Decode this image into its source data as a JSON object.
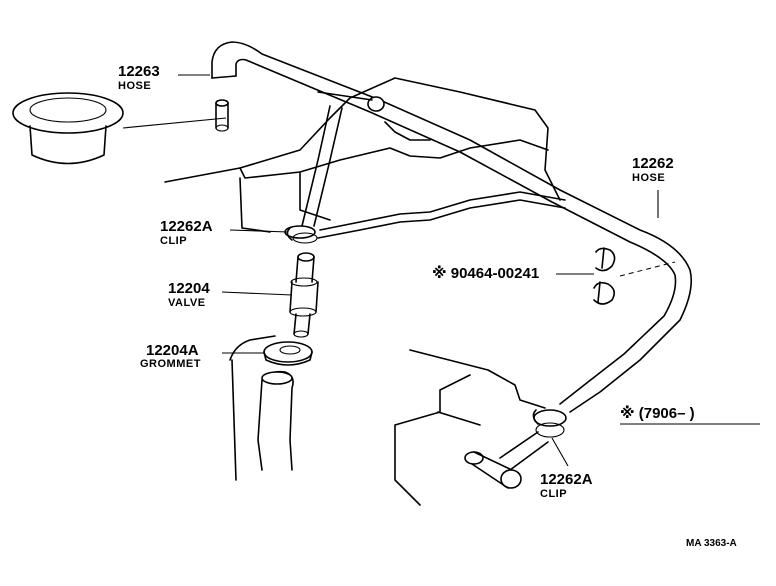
{
  "labels": {
    "hose_12263": {
      "number": "12263",
      "name": "HOSE"
    },
    "hose_12262": {
      "number": "12262",
      "name": "HOSE"
    },
    "clip_upper": {
      "number": "12262A",
      "name": "CLIP"
    },
    "valve": {
      "number": "12204",
      "name": "VALVE"
    },
    "grommet": {
      "number": "12204A",
      "name": "GROMMET"
    },
    "clip_lower": {
      "number": "12262A",
      "name": "CLIP"
    },
    "clamp": {
      "number": "※ 90464-00241"
    },
    "note": {
      "text": "※ (7906–        )"
    }
  },
  "footer": {
    "code": "MA 3363-A"
  }
}
